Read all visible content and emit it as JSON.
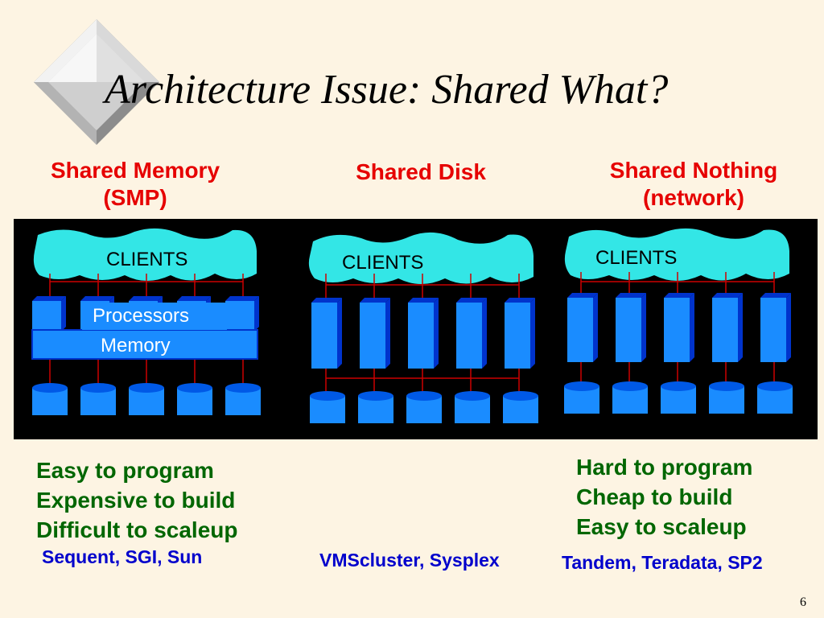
{
  "title": "Architecture Issue: Shared What?",
  "columns": {
    "memory": {
      "heading_line1": "Shared Memory",
      "heading_line2": "(SMP)",
      "clients": "CLIENTS",
      "processors": "Processors",
      "memory_label": "Memory"
    },
    "disk": {
      "heading_line1": "Shared Disk",
      "clients": "CLIENTS"
    },
    "nothing": {
      "heading_line1": "Shared Nothing",
      "heading_line2": "(network)",
      "clients": "CLIENTS"
    }
  },
  "left_notes": [
    "Easy to program",
    "Expensive to build",
    "Difficult to scaleup"
  ],
  "right_notes": [
    "Hard to program",
    "Cheap to build",
    "Easy to scaleup"
  ],
  "vendors": {
    "memory": "Sequent, SGI, Sun",
    "disk": "VMScluster, Sysplex",
    "nothing": "Tandem, Teradata, SP2"
  },
  "page_number": "6",
  "colors": {
    "background": "#fdf4e3",
    "heading": "#e60000",
    "notes": "#006600",
    "vendors": "#0000cc",
    "cloud": "#33e6e6",
    "box": "#1a8cff",
    "wire": "#cc0000"
  }
}
